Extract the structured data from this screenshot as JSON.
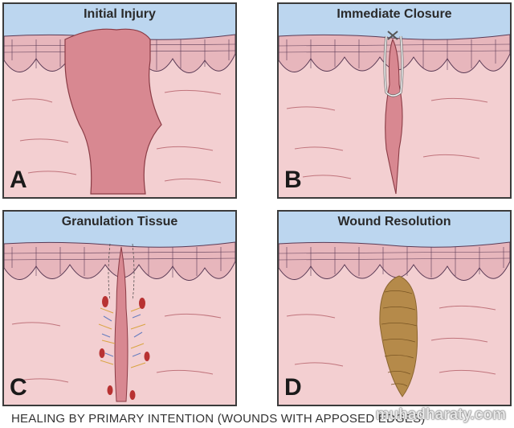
{
  "panels": [
    {
      "id": "A",
      "title": "Initial Injury",
      "letter": "A"
    },
    {
      "id": "B",
      "title": "Immediate Closure",
      "letter": "B"
    },
    {
      "id": "C",
      "title": "Granulation Tissue",
      "letter": "C"
    },
    {
      "id": "D",
      "title": "Wound Resolution",
      "letter": "D"
    }
  ],
  "caption": "HEALING BY PRIMARY INTENTION (WOUNDS WITH APPOSED EDGES)",
  "watermark": "muhadharaty.com",
  "colors": {
    "sky": "#bcd6ef",
    "epidermis": "#e7b6bc",
    "dermis": "#f3cfd1",
    "wound": "#d88891",
    "scar": "#b58a4a",
    "fiber": "#c0747c"
  }
}
